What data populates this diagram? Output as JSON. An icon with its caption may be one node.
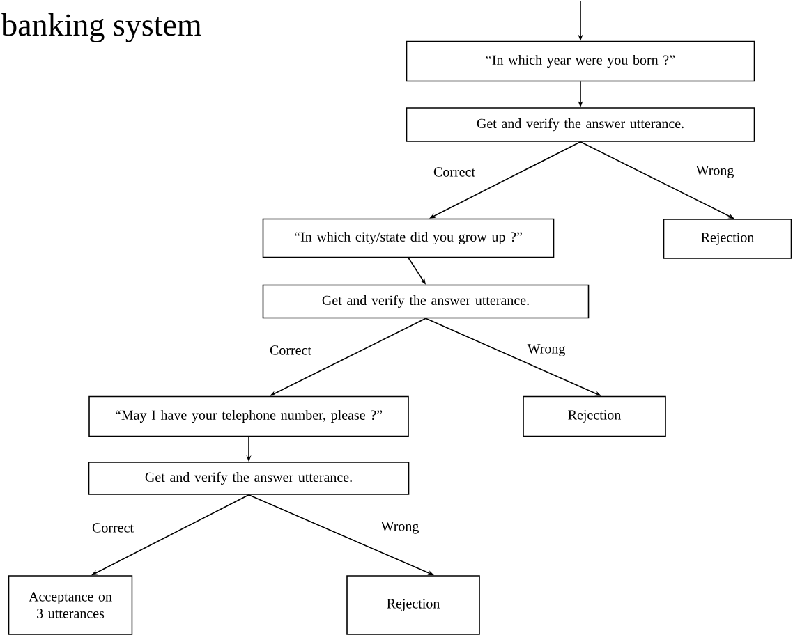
{
  "diagram": {
    "title": "banking system",
    "nodes": [
      {
        "text": [
          "“In which year were you born ?”"
        ]
      },
      {
        "text": [
          "Get and verify the answer utterance."
        ]
      },
      {
        "text": [
          "Rejection"
        ]
      },
      {
        "text": [
          "“In which city/state did you grow up ?”"
        ]
      },
      {
        "text": [
          "Get and verify the answer utterance."
        ]
      },
      {
        "text": [
          "Rejection"
        ]
      },
      {
        "text": [
          "“May I have your telephone number, please ?”"
        ]
      },
      {
        "text": [
          "Get and verify the answer utterance."
        ]
      },
      {
        "text": [
          "Acceptance on 3 utterances"
        ]
      },
      {
        "text": [
          "Rejection"
        ]
      }
    ],
    "edges": [
      {
        "from": null,
        "to": 0,
        "arrow": "to"
      },
      {
        "from": 0,
        "to": 1,
        "arrow": "to"
      },
      {
        "from": 1,
        "to": 3,
        "arrow": "to",
        "label": "Correct"
      },
      {
        "from": 1,
        "to": 2,
        "arrow": "to",
        "label": "Wrong"
      },
      {
        "from": 3,
        "to": 4,
        "arrow": "to"
      },
      {
        "from": 4,
        "to": 6,
        "arrow": "to",
        "label": "Correct"
      },
      {
        "from": 4,
        "to": 5,
        "arrow": "to",
        "label": "Wrong"
      },
      {
        "from": 6,
        "to": 7,
        "arrow": "to"
      },
      {
        "from": 7,
        "to": 8,
        "arrow": "to",
        "label": "Correct"
      },
      {
        "from": 7,
        "to": 9,
        "arrow": "to",
        "label": "Wrong"
      }
    ]
  }
}
